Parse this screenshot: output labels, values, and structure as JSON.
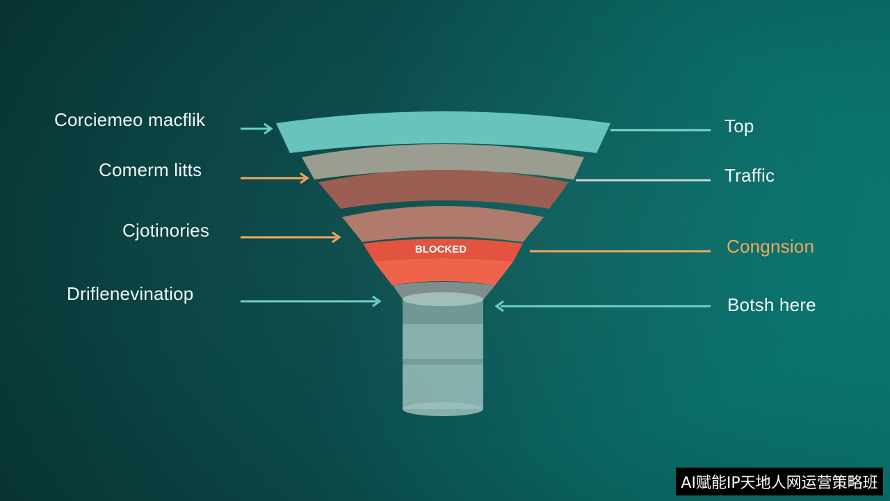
{
  "left_labels": [
    {
      "text": "Corciemeo macflik",
      "arrow_color": "#6fd0c6"
    },
    {
      "text": "Comerm litts",
      "arrow_color": "#f2a85e"
    },
    {
      "text": "Cjotinories",
      "arrow_color": "#f2a85e"
    },
    {
      "text": "Driflenevinatiop",
      "arrow_color": "#6fd0c6"
    }
  ],
  "right_labels": [
    {
      "text": "Top",
      "line_color": "#7fd3c8",
      "text_color": "#f2f6f5"
    },
    {
      "text": "Traffic",
      "line_color": "#c7d6d3",
      "text_color": "#f2f6f5"
    },
    {
      "text": "Congnsion",
      "line_color": "#f2a85e",
      "text_color": "#f2a85e"
    },
    {
      "text": "Botsh here",
      "line_color": "#6fd0c6",
      "text_color": "#f2f6f5"
    }
  ],
  "funnel": {
    "blocked_label": "BLOCKED",
    "colors": {
      "top_band": "#67c3bb",
      "band_2": "#9b9d90",
      "band_3": "#9a5e52",
      "band_4": "#b07a6d",
      "blocked_band": "#e25340",
      "band_6": "#f0634b",
      "neck": "#7d8f8c",
      "cylinder": "#9cc0bc"
    }
  },
  "watermark": "AI赋能IP天地人网运营策略班"
}
